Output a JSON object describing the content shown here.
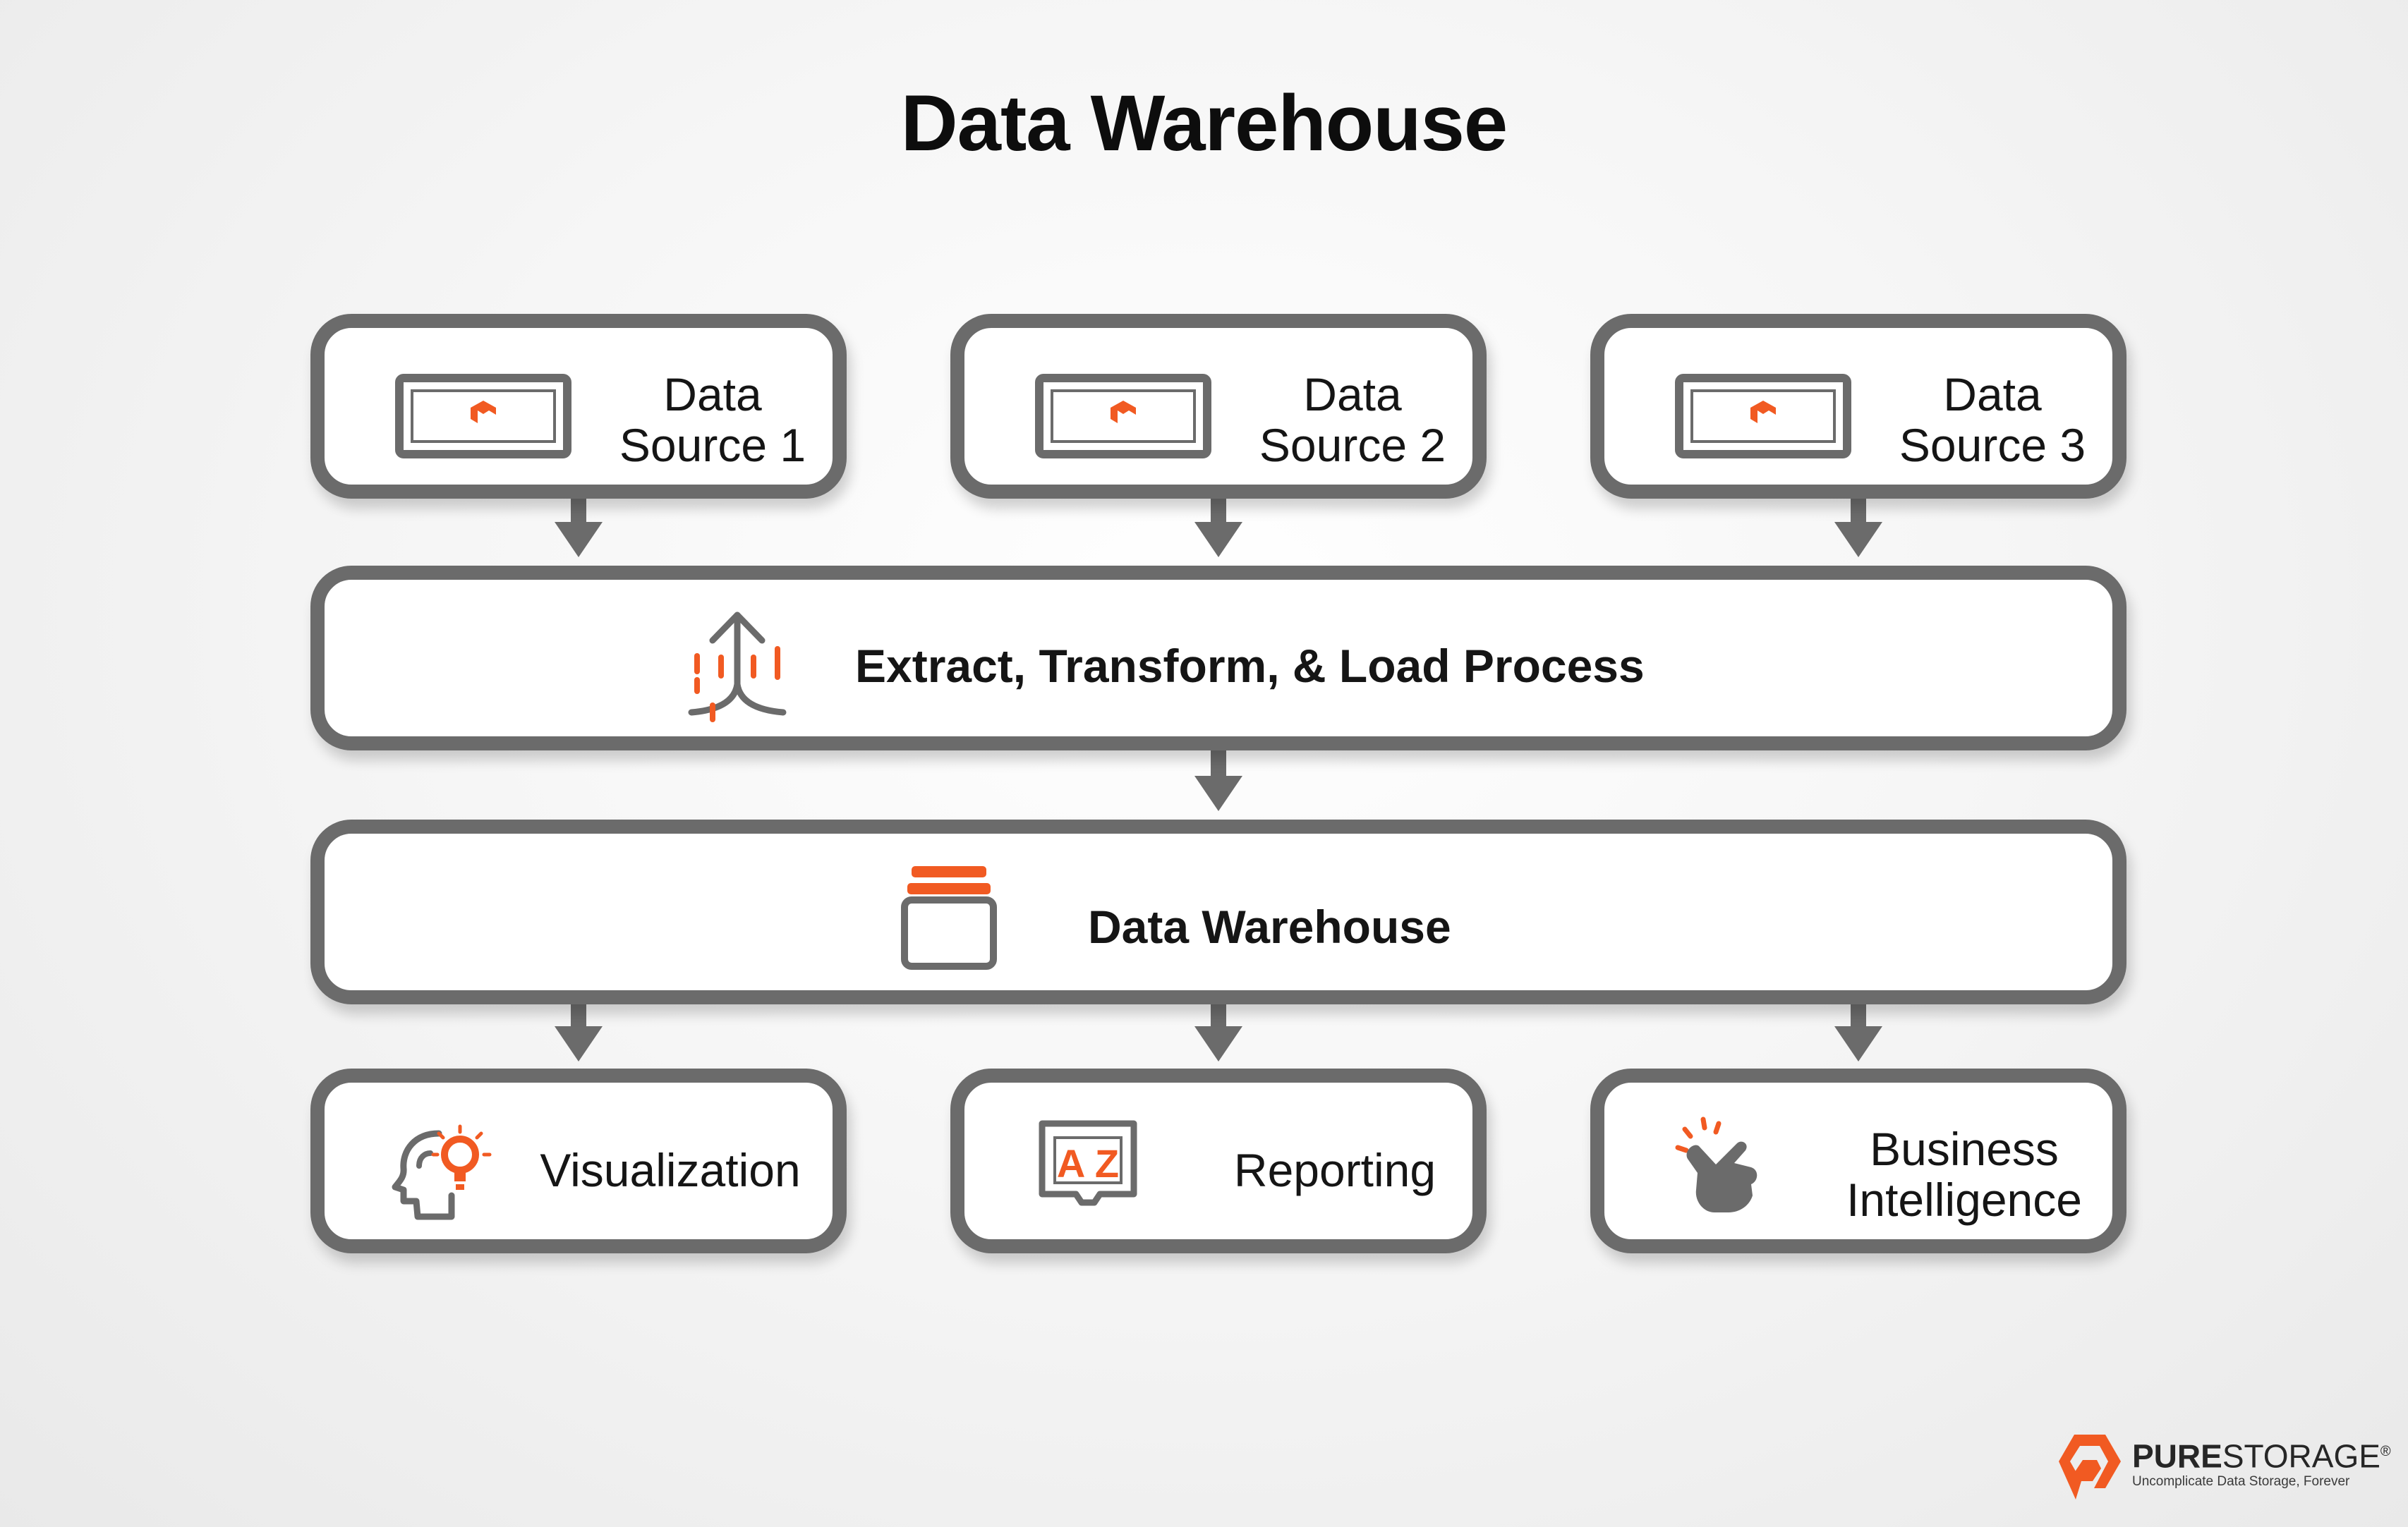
{
  "title": "Data Warehouse",
  "sources": [
    {
      "line1": "Data",
      "line2": "Source 1"
    },
    {
      "line1": "Data",
      "line2": "Source 2"
    },
    {
      "line1": "Data",
      "line2": "Source 3"
    }
  ],
  "etl": {
    "label": "Extract, Transform, & Load Process"
  },
  "warehouse": {
    "label": "Data Warehouse"
  },
  "outputs": [
    {
      "line1": "Visualization",
      "line2": ""
    },
    {
      "line1": "Reporting",
      "line2": ""
    },
    {
      "line1": "Business",
      "line2": "Intelligence"
    }
  ],
  "reporting_icon_letters": "A Z",
  "brand": {
    "name_bold": "PURE",
    "name_regular": "STORAGE",
    "registered": "®",
    "tagline": "Uncomplicate Data Storage, Forever"
  },
  "colors": {
    "accent": "#f15a22",
    "box_border": "#6b6b6b",
    "box_fill": "#ffffff",
    "text": "#111111"
  },
  "icons": {
    "source": "server-icon",
    "etl": "merge-arrows-icon",
    "warehouse": "database-stack-icon",
    "visualization": "head-lightbulb-icon",
    "reporting": "az-book-icon",
    "business_intelligence": "pointing-hand-icon",
    "brand": "pure-storage-logo"
  }
}
